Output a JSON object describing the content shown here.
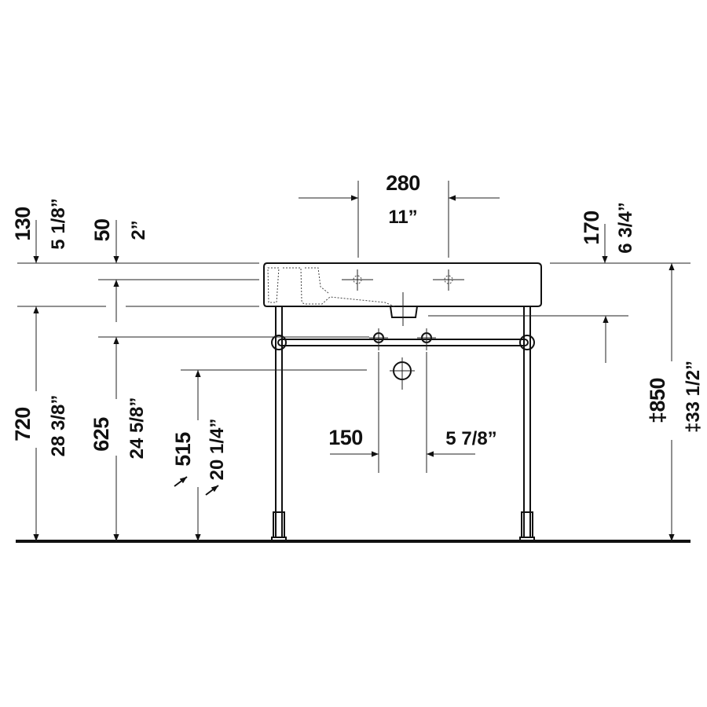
{
  "dimensions": {
    "width_holes": {
      "mm": "280",
      "inch": "11”"
    },
    "overflow_top": {
      "mm": "130",
      "inch": "5 1/8”"
    },
    "basin_rim": {
      "mm": "50",
      "inch": "2”"
    },
    "right_depth": {
      "mm": "170",
      "inch": "6 3/4”"
    },
    "height_720": {
      "mm": "720",
      "inch": "28 3/8”"
    },
    "height_625": {
      "mm": "625",
      "inch": "24 5/8”"
    },
    "height_515": {
      "mm": "515",
      "inch": "20 1/4”"
    },
    "spacing_150": {
      "mm": "150",
      "inch": "5 7/8”"
    },
    "total_height": {
      "mm": "‡850",
      "inch": "‡33 1/2”"
    }
  }
}
